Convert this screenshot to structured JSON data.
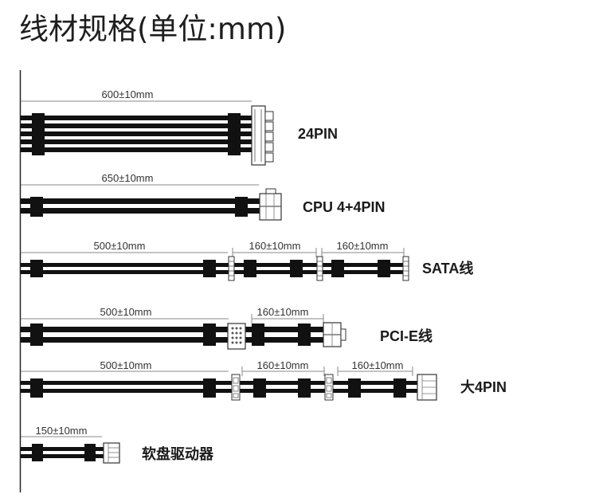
{
  "title": "线材规格(单位:mm)",
  "cables": [
    {
      "label": "24PIN",
      "dims": [
        "600±10mm"
      ]
    },
    {
      "label": "CPU 4+4PIN",
      "dims": [
        "650±10mm"
      ]
    },
    {
      "label": "SATA线",
      "dims": [
        "500±10mm",
        "160±10mm",
        "160±10mm"
      ]
    },
    {
      "label": "PCI-E线",
      "dims": [
        "500±10mm",
        "160±10mm"
      ]
    },
    {
      "label": "大4PIN",
      "dims": [
        "500±10mm",
        "160±10mm",
        "160±10mm"
      ]
    },
    {
      "label": "软盘驱动器",
      "dims": [
        "150±10mm"
      ]
    }
  ]
}
